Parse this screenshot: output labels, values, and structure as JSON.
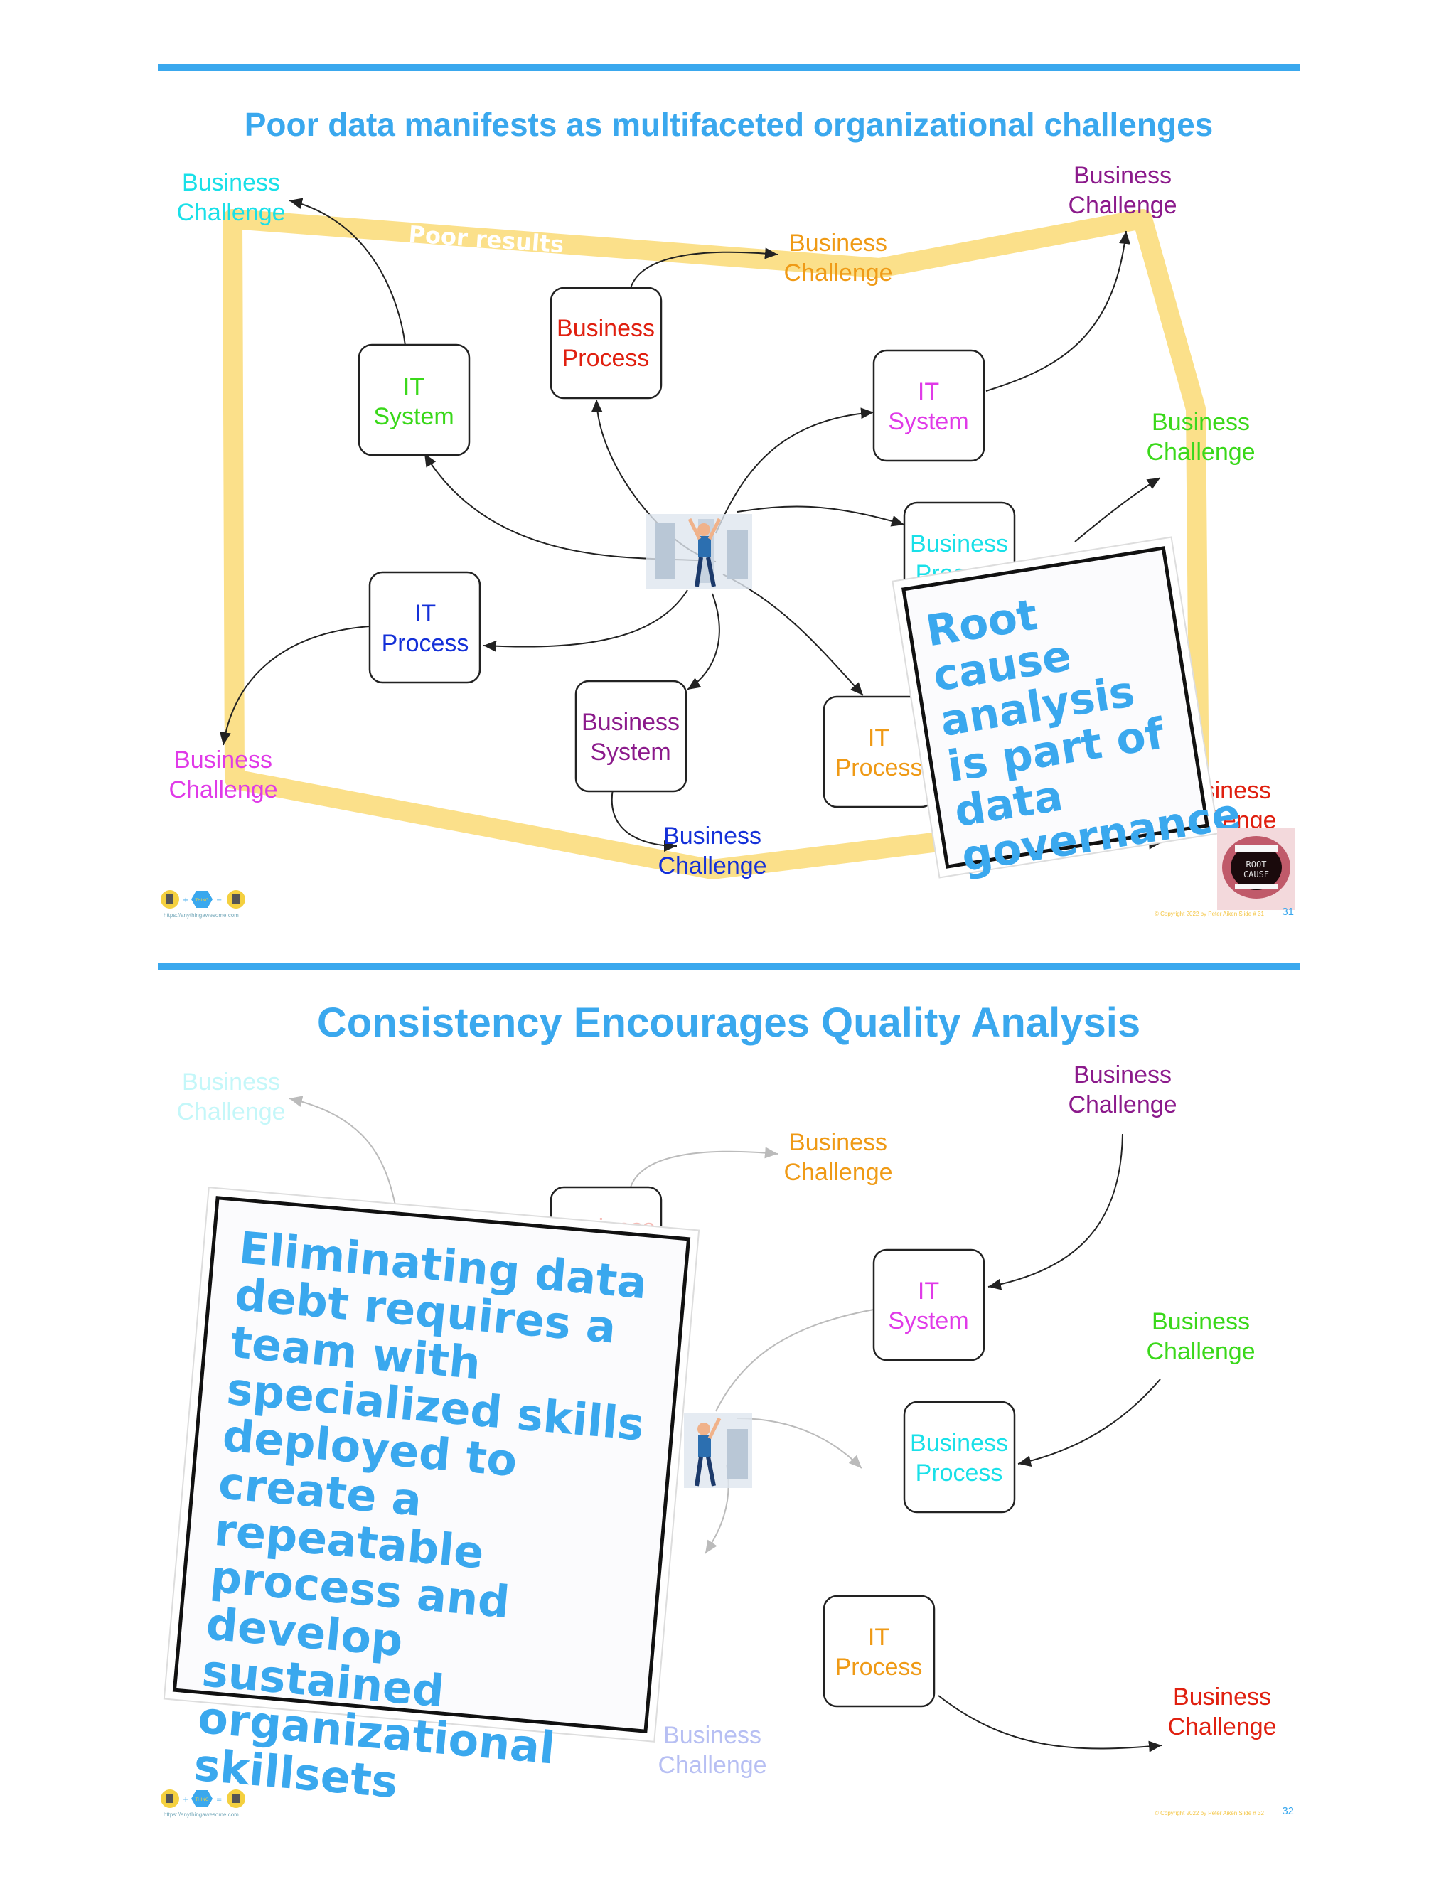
{
  "colors": {
    "accent": "#3aa8ee",
    "loop": "#fbe08a",
    "cyan": "#19e0e8",
    "purple": "#8b1a8b",
    "orange": "#ef9a16",
    "green": "#3ad81a",
    "magenta": "#e03ae8",
    "blue": "#1430d8",
    "red": "#e02010"
  },
  "slide1": {
    "title": "Poor data manifests as multifaceted organizational challenges",
    "loop_label": "Poor results",
    "note": "Root cause analysis is part of data governance",
    "nodes": {
      "bc_tl": [
        "Business",
        "Challenge"
      ],
      "bc_tr": [
        "Business",
        "Challenge"
      ],
      "bc_tm": [
        "Business",
        "Challenge"
      ],
      "bc_r": [
        "Business",
        "Challenge"
      ],
      "bc_l": [
        "Business",
        "Challenge"
      ],
      "bc_b": [
        "Business",
        "Challenge"
      ],
      "bc_br": [
        "Business",
        "Challenge"
      ],
      "it_sys1": [
        "IT",
        "System"
      ],
      "biz_proc": [
        "Business",
        "Process"
      ],
      "it_sys2": [
        "IT",
        "System"
      ],
      "biz_proc2": [
        "Business",
        "Process"
      ],
      "it_proc1": [
        "IT",
        "Process"
      ],
      "biz_sys": [
        "Business",
        "System"
      ],
      "it_proc2": [
        "IT",
        "Process"
      ]
    },
    "mouth_text": [
      "ROOT",
      "CAUSE"
    ],
    "footer_url": "https://anythingawesome.com",
    "footer_copy": "© Copyright  2022  by Peter Aiken  Slide # 31",
    "page": "31"
  },
  "slide2": {
    "title": "Consistency Encourages Quality Analysis",
    "note": "Eliminating data debt requires a  team with specialized skills deployed to create a repeatable process and develop sustained organizational skillsets",
    "nodes": {
      "bc_tl": [
        "Business",
        "Challenge"
      ],
      "bc_tr": [
        "Business",
        "Challenge"
      ],
      "bc_tm": [
        "Business",
        "Challenge"
      ],
      "bc_r": [
        "Business",
        "Challenge"
      ],
      "bc_b": [
        "Business",
        "Challenge"
      ],
      "bc_br": [
        "Business",
        "Challenge"
      ],
      "biz_proc_faded": "Business",
      "it_sys2": [
        "IT",
        "System"
      ],
      "biz_proc2": [
        "Business",
        "Process"
      ],
      "it_proc2": [
        "IT",
        "Process"
      ]
    },
    "footer_url": "https://anythingawesome.com",
    "footer_copy": "© Copyright  2022  by Peter Aiken  Slide # 32",
    "page": "32"
  },
  "logo": {
    "center_text": "THING"
  }
}
